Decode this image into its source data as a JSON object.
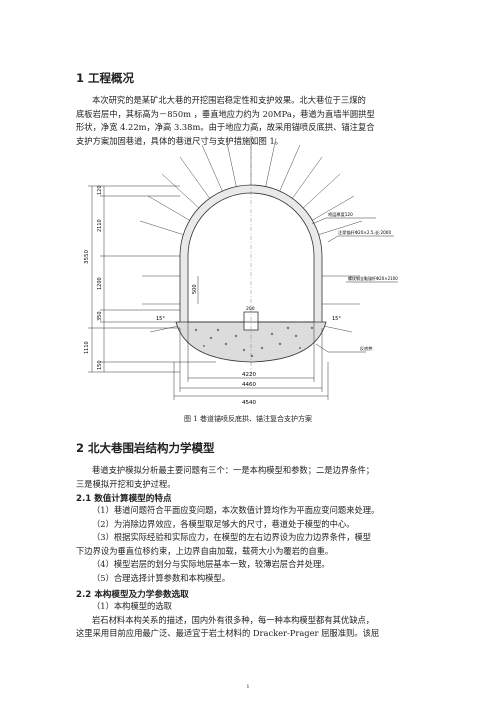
{
  "section1": {
    "title": "1 工程概况",
    "lines": [
      "本次研究的是某矿北大巷的开挖围岩稳定性和支护效果。北大巷位于三煤的",
      "底板岩层中，其标高为－850m ，垂直地应力约为 20MPa，巷道为直墙半圆拱型",
      "形状，净宽 4.22m，净高 3.38m。由于地应力高，故采用锚喷反底拱、锚注复合",
      "支护方案加固巷道，具体的巷道尺寸与支护措施如图 1。"
    ]
  },
  "figure": {
    "caption": "图 1    巷道锚喷反底拱、锚注复合支护方案",
    "labels": {
      "shotcrete": "喷层厚度120",
      "bolt": "注浆锚杆Φ20×2.5,长:2000",
      "anchor": "螺纹钢全黏锚杆Φ20×2100",
      "invert": "反底拱",
      "dim_120": "120",
      "dim_2110": "2110",
      "dim_3550": "3550",
      "dim_1200": "1200",
      "dim_350": "350",
      "dim_1110": "1110",
      "dim_150": "150",
      "dim_500": "500",
      "dim_200": "200",
      "dim_4220": "4220",
      "dim_4460": "4460",
      "dim_4540": "4540",
      "angle_left": "15°",
      "angle_right": "15°"
    }
  },
  "section2": {
    "title": "2 北大巷围岩结构力学模型",
    "intro": [
      "巷道支护模拟分析最主要问题有三个：一是本构模型和参数；二是边界条件；",
      "三是模拟开挖和支护过程。"
    ],
    "sub1_title": "2.1 数值计算模型的特点",
    "sub1_lines": [
      "（1）巷道问题符合平面应变问题，本次数值计算均作为平面应变问题来处理。",
      "（2）为消除边界效应，各模型取足够大的尺寸，巷道处于模型的中心。",
      "（3）根据实际经验和实际应力，在模型的左右边界设为应力边界条件，模型",
      "下边界设为垂直位移约束，上边界自由加载，载荷大小为覆岩的自重。",
      "（4）模型岩层的划分与实际地层基本一致，较薄岩层合并处理。",
      "（5）合理选择计算参数和本构模型。"
    ],
    "sub2_title": "2.2 本构模型及力学参数选取",
    "sub2_lines": [
      "（1）本构模型的选取",
      "岩石材料本构关系的描述，国内外有很多种，每一种本构模型都有其优缺点，",
      "这里采用目前应用最广泛、最适宜于岩土材料的 Dracker-Prager 屈服准则。该屈"
    ]
  },
  "page_number": "1"
}
